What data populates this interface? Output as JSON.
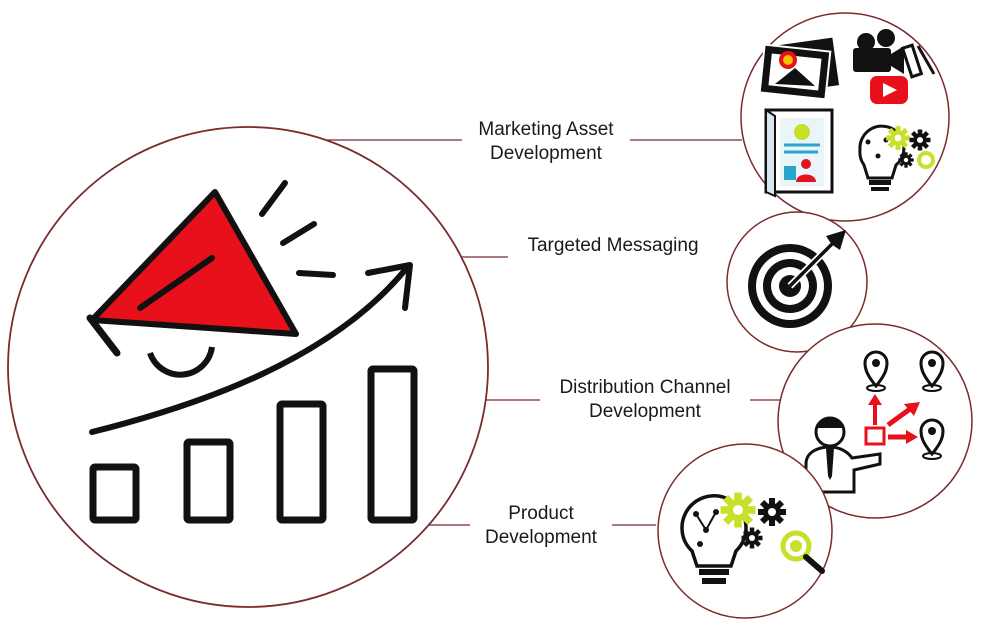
{
  "diagram": {
    "main_icon": "megaphone-growth-chart-icon",
    "colors": {
      "accent": "#e8101a",
      "ring": "#7a2b2b",
      "connector": "#7a2b2b",
      "ink": "#111111",
      "lime": "#c8e02a"
    },
    "branches": [
      {
        "id": "marketing-asset-development",
        "label_lines": [
          "Marketing Asset",
          "Development"
        ],
        "icons": [
          "photo-gallery-icon",
          "video-camera-icon",
          "play-button-icon",
          "brochure-profile-icon",
          "idea-bulb-gears-icon"
        ]
      },
      {
        "id": "targeted-messaging",
        "label_lines": [
          "Targeted Messaging"
        ],
        "icons": [
          "target-arrow-icon"
        ]
      },
      {
        "id": "distribution-channel-development",
        "label_lines": [
          "Distribution Channel",
          "Development"
        ],
        "icons": [
          "businessman-pointing-icon",
          "location-pin-icon",
          "distribution-arrows-icon"
        ]
      },
      {
        "id": "product-development",
        "label_lines": [
          "Product",
          "Development"
        ],
        "icons": [
          "idea-bulb-gears-icon",
          "magnifier-icon"
        ]
      }
    ]
  }
}
